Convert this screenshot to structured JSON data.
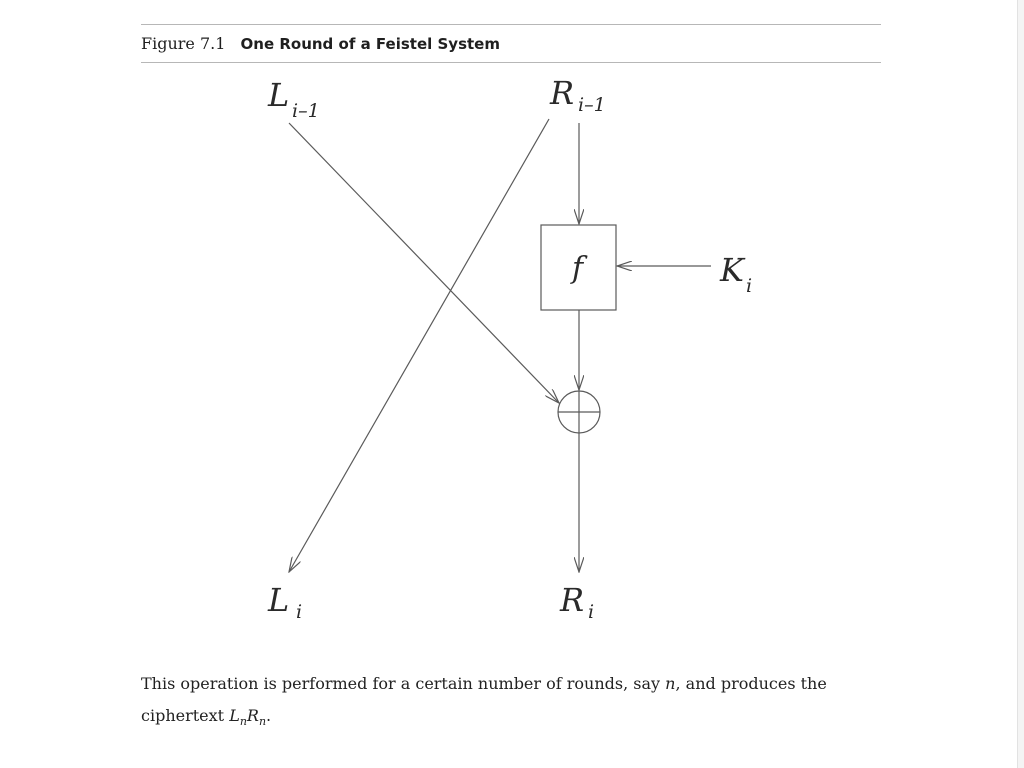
{
  "figure": {
    "label": "Figure 7.1",
    "title": "One Round of a Feistel System"
  },
  "diagram": {
    "inputs": {
      "left": {
        "main": "L",
        "sub": "i–1"
      },
      "right": {
        "main": "R",
        "sub": "i–1"
      }
    },
    "outputs": {
      "left": {
        "main": "L",
        "sub": "i"
      },
      "right": {
        "main": "R",
        "sub": "i"
      }
    },
    "function_label": "f",
    "key": {
      "main": "K",
      "sub": "i"
    }
  },
  "body": {
    "line1_before": "This operation is performed for a certain number of rounds, say ",
    "line1_var": "n",
    "line1_after": ", and produces the",
    "line2_before": "ciphertext ",
    "var_L": "L",
    "var_R": "R",
    "sub_n": "n",
    "line2_after": "."
  }
}
